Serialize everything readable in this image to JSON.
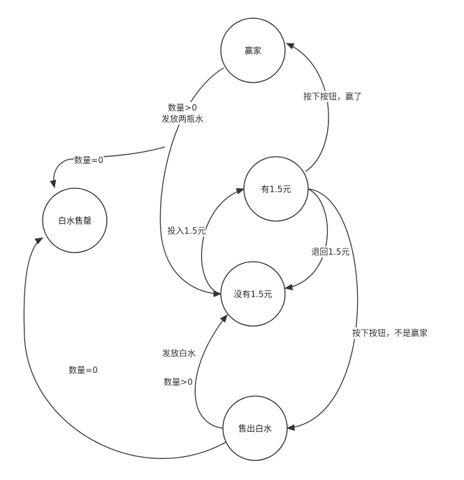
{
  "colors": {
    "stroke": "#333333",
    "background": "#ffffff"
  },
  "nodes": {
    "winner": "赢家",
    "sold_out": "白水售罄",
    "has_money": "有1.5元",
    "no_money": "没有1.5元",
    "selling": "售出白水"
  },
  "edges": {
    "winner_release_qty": "数量>0",
    "winner_release_action": "发放两瓶水",
    "winner_soldout": "数量=0",
    "press_win": "按下按钮，赢了",
    "insert": "投入1.5元",
    "refund": "退回1.5元",
    "press_not_win": "按下按钮，不是赢家",
    "release_water": "发放白水",
    "selling_qty_gt0": "数量>0",
    "selling_qty_eq0": "数量=0"
  }
}
